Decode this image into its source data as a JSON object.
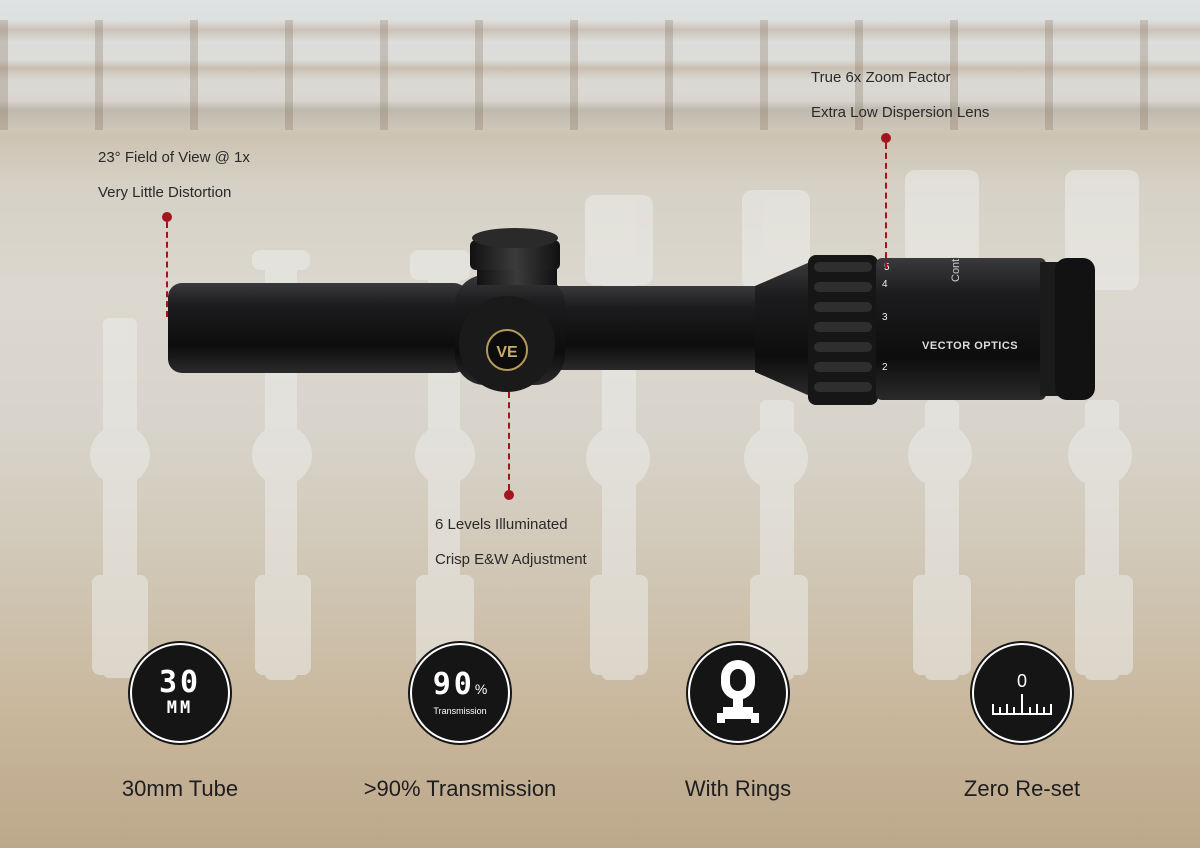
{
  "annotations": [
    {
      "line1": "23° Field of View @ 1x",
      "line2": "Very Little Distortion"
    },
    {
      "line1": "True 6x Zoom Factor",
      "line2": "Extra Low Dispersion Lens"
    },
    {
      "line1": "6 Levels Illuminated",
      "line2": "Crisp E&W Adjustment"
    }
  ],
  "scope": {
    "brand": "VECTOR OPTICS",
    "zoom_marks": [
      "2",
      "3",
      "4",
      "5"
    ],
    "model_text": "Conti"
  },
  "features": [
    {
      "icon": "30mm-icon",
      "big": "30",
      "small": "MM",
      "label": "30mm Tube"
    },
    {
      "icon": "transmission-icon",
      "big": "90",
      "percent": "%",
      "small": "Transmission",
      "label": ">90% Transmission"
    },
    {
      "icon": "rings-icon",
      "label": "With Rings"
    },
    {
      "icon": "zero-reset-icon",
      "zero": "0",
      "label": "Zero Re-set"
    }
  ],
  "colors": {
    "accent": "#a3141d",
    "icon_bg": "#151515"
  }
}
